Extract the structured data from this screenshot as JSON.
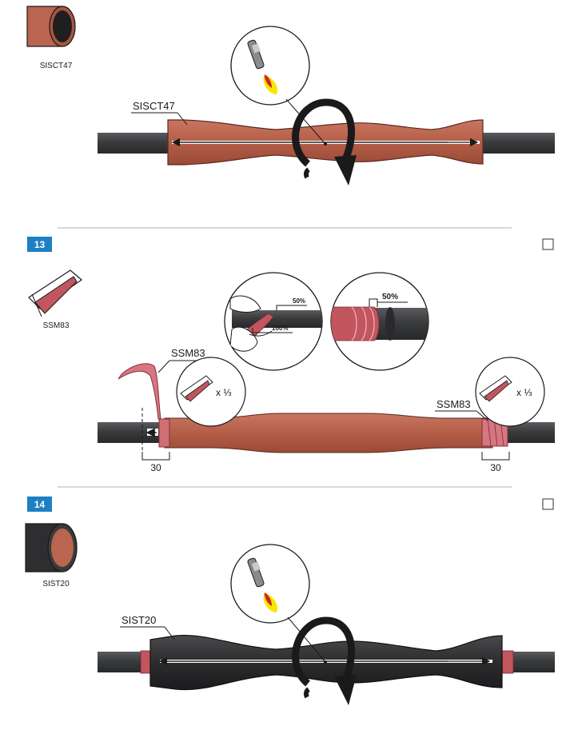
{
  "colors": {
    "accent_blue": "#1d7fc4",
    "cable": "#3b3c3e",
    "copper_sleeve": "#b9654f",
    "black_sleeve": "#2e2e30",
    "mastic_red": "#c2555e",
    "flame_yellow": "#f7e600",
    "flame_red": "#d2222d"
  },
  "section_top": {
    "product_code": "SISCT47",
    "sleeve_label": "SISCT47",
    "icons": [
      "sleeve-icon",
      "heat-gun-icon",
      "rotate-arrow-icon",
      "double-arrow-icon"
    ]
  },
  "step13": {
    "number": "13",
    "product_code": "SSM83",
    "left_label": "SSM83",
    "right_label": "SSM83",
    "multiplier_left": "x ⅓",
    "multiplier_right": "x ⅓",
    "overlap_label": "50%",
    "overlap_label_zoom": "50%",
    "stretch_label": "100%",
    "dim_left": "30",
    "dim_right": "30",
    "icons": [
      "mastic-tape-icon",
      "checkbox-icon",
      "hand-wrapping-icon",
      "left-arrow-icon"
    ]
  },
  "step14": {
    "number": "14",
    "product_code": "SIST20",
    "sleeve_label": "SIST20",
    "icons": [
      "sleeve-icon",
      "checkbox-icon",
      "heat-gun-icon",
      "rotate-arrow-icon",
      "double-arrow-icon"
    ]
  }
}
